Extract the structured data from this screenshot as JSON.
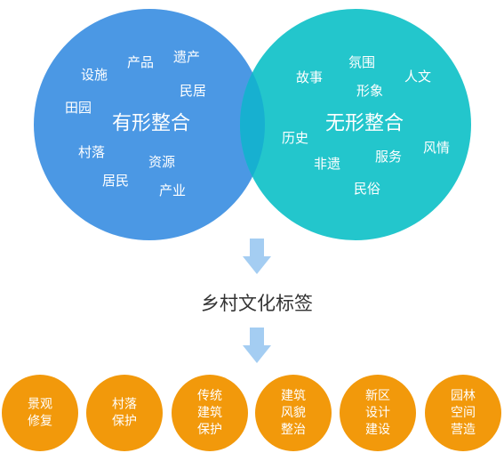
{
  "colors": {
    "left_circle": "#4b98e4",
    "right_circle": "#23c6cc",
    "overlap": "#17b0d0",
    "arrow": "#a4cdf2",
    "bubble": "#f2990b",
    "center_text": "#333333"
  },
  "tangible": {
    "title": "有形整合",
    "words": [
      "产品",
      "遗产",
      "设施",
      "民居",
      "田园",
      "村落",
      "资源",
      "居民",
      "产业"
    ]
  },
  "intangible": {
    "title": "无形整合",
    "words": [
      "氛围",
      "故事",
      "人文",
      "形象",
      "历史",
      "风情",
      "服务",
      "非遗",
      "民俗"
    ]
  },
  "center_label": "乡村文化标签",
  "bubbles": [
    {
      "lines": [
        "景观",
        "修复"
      ]
    },
    {
      "lines": [
        "村落",
        "保护"
      ]
    },
    {
      "lines": [
        "传统",
        "建筑",
        "保护"
      ]
    },
    {
      "lines": [
        "建筑",
        "风貌",
        "整治"
      ]
    },
    {
      "lines": [
        "新区",
        "设计",
        "建设"
      ]
    },
    {
      "lines": [
        "园林",
        "空间",
        "营造"
      ]
    }
  ]
}
